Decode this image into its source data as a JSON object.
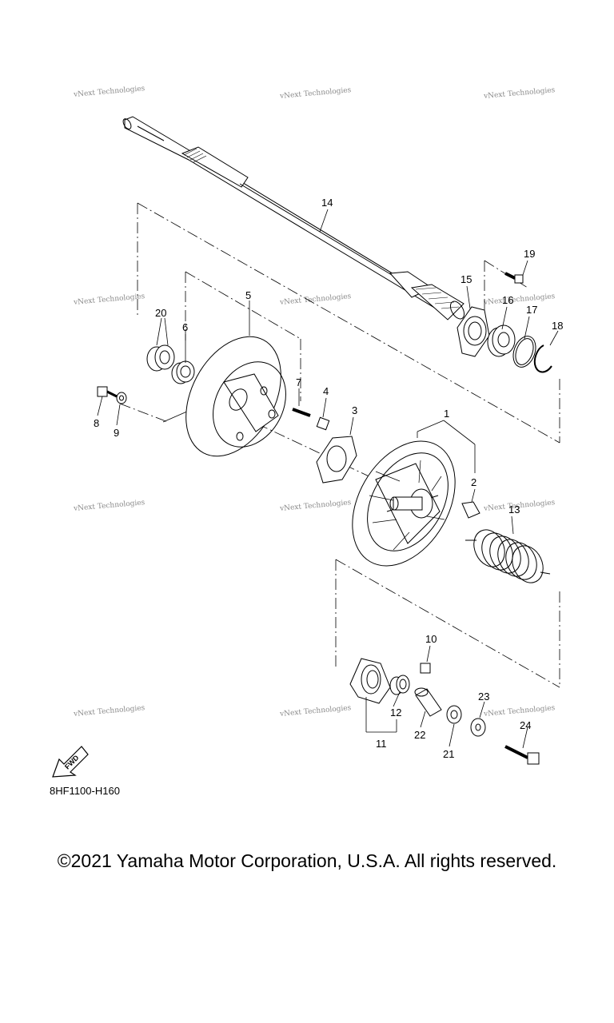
{
  "watermark": "vNext Technologies",
  "part_callouts": [
    "1",
    "2",
    "3",
    "4",
    "5",
    "6",
    "7",
    "8",
    "9",
    "10",
    "11",
    "12",
    "13",
    "14",
    "15",
    "16",
    "17",
    "18",
    "19",
    "20",
    "21",
    "22",
    "23",
    "24"
  ],
  "fwd_label": "FWD",
  "diagram_code": "8HF1100-H160",
  "copyright": "©2021 Yamaha Motor Corporation, U.S.A. All rights reserved."
}
